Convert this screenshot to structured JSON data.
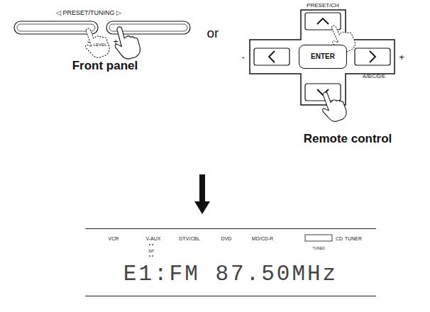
{
  "diagram": {
    "nodes": [
      {
        "text": [
          "ENTER"
        ]
      },
      {
        "text": [
          "VCR",
          "V-AUX",
          "DTV/CBL",
          "DVD",
          "MD/CD-R",
          "TUNED",
          "CD",
          "TUNER",
          "SP",
          "E1:FM 87.50MHz"
        ]
      }
    ],
    "labels": [
      "◁ PRESET/TUNING ▷",
      "-",
      "LEVEL",
      "+",
      "Front panel",
      "or",
      "PRESET/CH",
      "-",
      "+",
      "A/B/C/D/E",
      "Remote control"
    ]
  }
}
